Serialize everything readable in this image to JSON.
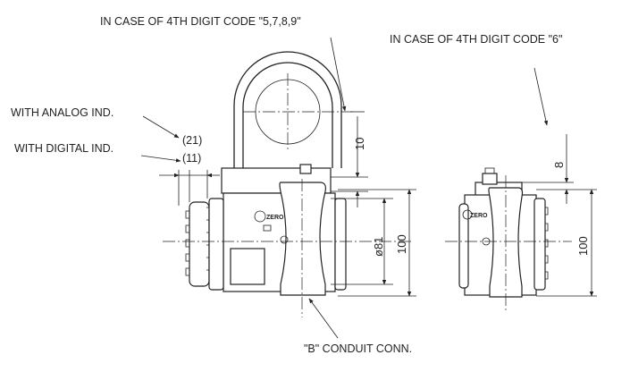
{
  "labels": {
    "case_5789": "IN CASE OF 4TH DIGIT CODE \"5,7,8,9\"",
    "case_6": "IN CASE OF 4TH DIGIT CODE \"6\"",
    "analog_ind": "WITH ANALOG IND.",
    "digital_ind": "WITH DIGITAL IND.",
    "conduit": "\"B\" CONDUIT CONN."
  },
  "dimensions": {
    "analog_offset": "(21)",
    "digital_offset": "(11)",
    "left_top": "10",
    "left_diameter": "ø81",
    "left_height": "100",
    "right_top": "8",
    "right_height": "100"
  },
  "zero_badge": "ZERO"
}
